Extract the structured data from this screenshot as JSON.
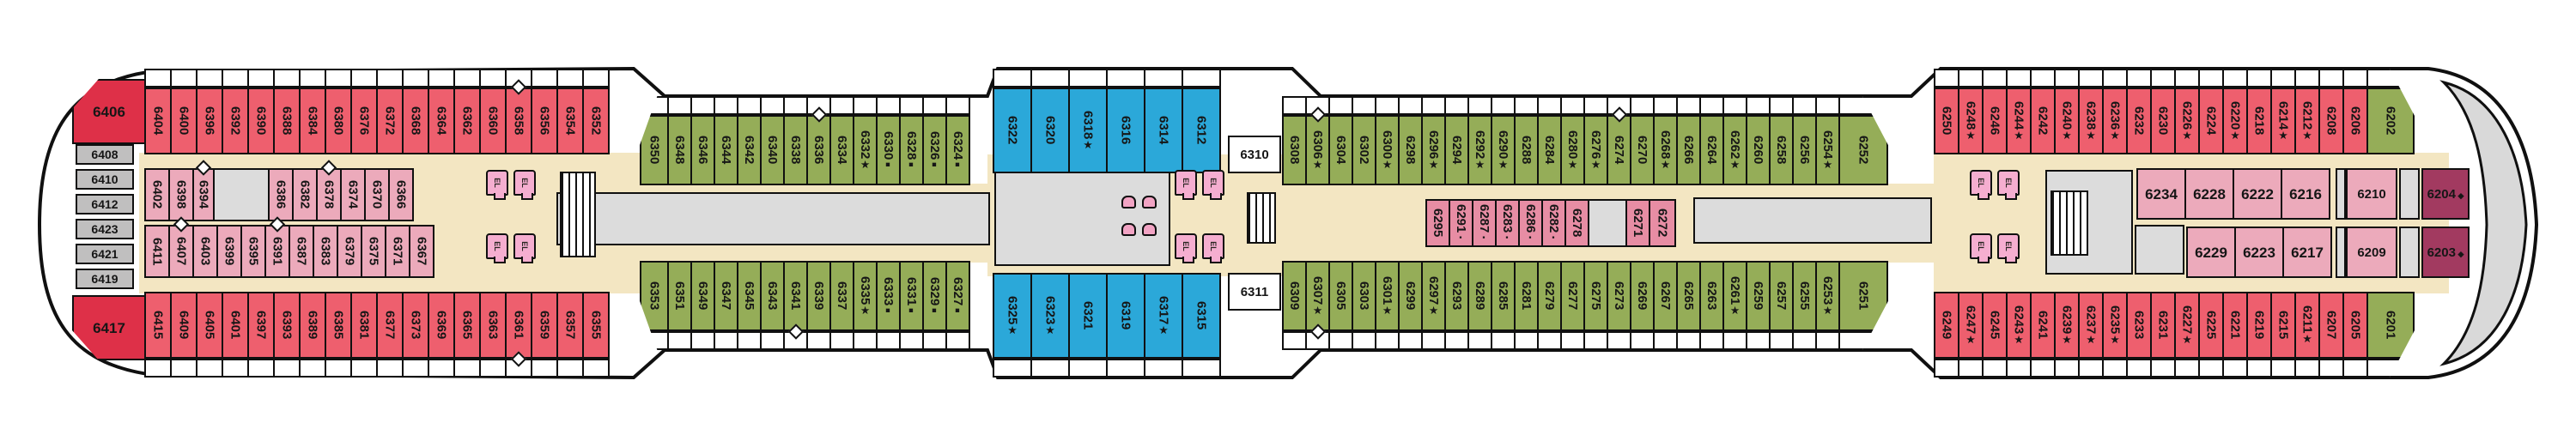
{
  "deck_plan": {
    "ship_section": "deck-6-stateroom-plan",
    "elevator_label": "EL",
    "colors": {
      "outer_red": "#ee5f6e",
      "corner_dark_red": "#de3048",
      "inner_pink": "#ecaabb",
      "island_pink": "#e78da4",
      "balcony_green": "#95ad58",
      "midship_blue": "#2ba8d9",
      "gray_cabin": "#c0bfbf",
      "maroon_cabin": "#a23a60",
      "corridor_cream": "#f3e6c2",
      "public_gray": "#dcdcdc",
      "elevator_pink": "#f5aed0"
    },
    "stern_stack": [
      "6408",
      "6410",
      "6412",
      "6423",
      "6421",
      "6419"
    ],
    "corner_cabins": [
      {
        "id": "aft_corner_top",
        "n": "6406"
      },
      {
        "id": "aft_corner_bottom",
        "n": "6417"
      }
    ],
    "standalone_cabins": [
      {
        "id": "mid_top",
        "n": "6310",
        "c": "white"
      },
      {
        "id": "mid_bottom",
        "n": "6311",
        "c": "white"
      },
      {
        "id": "fwd_210",
        "n": "6210",
        "c": "pink"
      },
      {
        "id": "fwd_209",
        "n": "6209",
        "c": "pink"
      },
      {
        "id": "fwd_204",
        "n": "6204",
        "c": "maroon",
        "m": "bdia"
      },
      {
        "id": "fwd_203",
        "n": "6203",
        "c": "maroon",
        "m": "bdia"
      }
    ],
    "rows": {
      "aft_top": [
        {
          "n": "6404"
        },
        {
          "n": "6400"
        },
        {
          "n": "6396"
        },
        {
          "n": "6392"
        },
        {
          "n": "6390"
        },
        {
          "n": "6388"
        },
        {
          "n": "6384"
        },
        {
          "n": "6380"
        },
        {
          "n": "6376"
        },
        {
          "n": "6372"
        },
        {
          "n": "6368"
        },
        {
          "n": "6364"
        },
        {
          "n": "6362"
        },
        {
          "n": "6360"
        },
        {
          "n": "6358",
          "d": 1
        },
        {
          "n": "6356"
        },
        {
          "n": "6354"
        },
        {
          "n": "6352"
        }
      ],
      "aft_bottom": [
        {
          "n": "6415"
        },
        {
          "n": "6409"
        },
        {
          "n": "6405"
        },
        {
          "n": "6401"
        },
        {
          "n": "6397"
        },
        {
          "n": "6393"
        },
        {
          "n": "6389"
        },
        {
          "n": "6385"
        },
        {
          "n": "6381"
        },
        {
          "n": "6377"
        },
        {
          "n": "6373"
        },
        {
          "n": "6369"
        },
        {
          "n": "6365"
        },
        {
          "n": "6363"
        },
        {
          "n": "6361",
          "d": 1
        },
        {
          "n": "6359"
        },
        {
          "n": "6357"
        },
        {
          "n": "6355"
        }
      ],
      "aft_inner_top": [
        {
          "n": "6402"
        },
        {
          "n": "6398"
        },
        {
          "n": "6394",
          "d": 1,
          "w": 26
        },
        {
          "t": "gap",
          "w": 66
        },
        {
          "n": "6386"
        },
        {
          "n": "6382"
        },
        {
          "n": "6378",
          "d": 1
        },
        {
          "n": "6374"
        },
        {
          "n": "6370"
        },
        {
          "n": "6366"
        }
      ],
      "aft_inner_bottom": [
        {
          "n": "6411"
        },
        {
          "n": "6407",
          "d": 1
        },
        {
          "n": "6403"
        },
        {
          "n": "6399"
        },
        {
          "n": "6395"
        },
        {
          "n": "6391",
          "d": 1
        },
        {
          "n": "6387"
        },
        {
          "n": "6383"
        },
        {
          "n": "6379"
        },
        {
          "n": "6375"
        },
        {
          "n": "6371"
        },
        {
          "n": "6367"
        }
      ],
      "narrow1_top": [
        {
          "n": "6350",
          "w": 34,
          "cut": "tl"
        },
        {
          "n": "6348"
        },
        {
          "n": "6346"
        },
        {
          "n": "6344"
        },
        {
          "n": "6342"
        },
        {
          "n": "6340"
        },
        {
          "n": "6338"
        },
        {
          "n": "6336",
          "d": 1
        },
        {
          "n": "6334"
        },
        {
          "n": "6332",
          "m": "star"
        },
        {
          "n": "6330",
          "m": "sq"
        },
        {
          "n": "6328",
          "m": "sq"
        },
        {
          "n": "6326",
          "m": "sq"
        },
        {
          "n": "6324",
          "m": "sq"
        }
      ],
      "narrow1_bottom": [
        {
          "n": "6353",
          "w": 34,
          "cut": "bl"
        },
        {
          "n": "6351"
        },
        {
          "n": "6349"
        },
        {
          "n": "6347"
        },
        {
          "n": "6345"
        },
        {
          "n": "6343"
        },
        {
          "n": "6341",
          "d": 1
        },
        {
          "n": "6339"
        },
        {
          "n": "6337"
        },
        {
          "n": "6335",
          "m": "star"
        },
        {
          "n": "6333",
          "m": "sq"
        },
        {
          "n": "6331",
          "m": "sq"
        },
        {
          "n": "6329",
          "m": "sq"
        },
        {
          "n": "6327",
          "m": "sq"
        }
      ],
      "blue_top": [
        {
          "n": "6322"
        },
        {
          "n": "6320"
        },
        {
          "n": "6318",
          "m": "star"
        },
        {
          "n": "6316"
        },
        {
          "n": "6314"
        },
        {
          "n": "6312"
        }
      ],
      "blue_bottom": [
        {
          "n": "6325",
          "m": "star"
        },
        {
          "n": "6323",
          "m": "star"
        },
        {
          "n": "6321"
        },
        {
          "n": "6319"
        },
        {
          "n": "6317",
          "m": "star"
        },
        {
          "n": "6315"
        }
      ],
      "narrow2_top": [
        {
          "n": "6308"
        },
        {
          "n": "6306",
          "m": "star",
          "d": 1
        },
        {
          "n": "6304"
        },
        {
          "n": "6302"
        },
        {
          "n": "6300",
          "m": "star"
        },
        {
          "n": "6298"
        },
        {
          "n": "6296",
          "m": "star"
        },
        {
          "n": "6294"
        },
        {
          "n": "6292",
          "m": "star"
        },
        {
          "n": "6290",
          "m": "star"
        },
        {
          "n": "6288"
        },
        {
          "n": "6284"
        },
        {
          "n": "6280",
          "m": "star"
        },
        {
          "n": "6276",
          "m": "star"
        },
        {
          "n": "6274",
          "d": 1
        },
        {
          "n": "6270"
        },
        {
          "n": "6268",
          "m": "star"
        },
        {
          "n": "6266"
        },
        {
          "n": "6264"
        },
        {
          "n": "6262",
          "m": "star"
        },
        {
          "n": "6260"
        },
        {
          "n": "6258"
        },
        {
          "n": "6256"
        },
        {
          "n": "6254",
          "m": "star"
        },
        {
          "n": "6252",
          "w": 58,
          "cut": "tr"
        }
      ],
      "narrow2_bottom": [
        {
          "n": "6309"
        },
        {
          "n": "6307",
          "m": "star",
          "d": 1
        },
        {
          "n": "6305"
        },
        {
          "n": "6303"
        },
        {
          "n": "6301",
          "m": "star"
        },
        {
          "n": "6299"
        },
        {
          "n": "6297",
          "m": "star"
        },
        {
          "n": "6293"
        },
        {
          "n": "6289"
        },
        {
          "n": "6285"
        },
        {
          "n": "6281"
        },
        {
          "n": "6279"
        },
        {
          "n": "6277"
        },
        {
          "n": "6275"
        },
        {
          "n": "6273"
        },
        {
          "n": "6269"
        },
        {
          "n": "6267"
        },
        {
          "n": "6265"
        },
        {
          "n": "6263"
        },
        {
          "n": "6261",
          "m": "star"
        },
        {
          "n": "6259"
        },
        {
          "n": "6257"
        },
        {
          "n": "6255"
        },
        {
          "n": "6253",
          "m": "star"
        },
        {
          "n": "6251",
          "w": 58,
          "cut": "br"
        }
      ],
      "island": [
        {
          "n": "6295"
        },
        {
          "n": "6291",
          "m": "dots"
        },
        {
          "n": "6287",
          "m": "dots"
        },
        {
          "n": "6283",
          "m": "dots"
        },
        {
          "n": "6286",
          "m": "dots"
        },
        {
          "n": "6282",
          "m": "dots"
        },
        {
          "n": "6278"
        },
        {
          "t": "gap",
          "w": 46
        },
        {
          "n": "6271"
        },
        {
          "n": "6272",
          "w": 32
        }
      ],
      "fwd_top": [
        {
          "n": "6250"
        },
        {
          "n": "6248",
          "m": "star"
        },
        {
          "n": "6246"
        },
        {
          "n": "6244",
          "m": "star"
        },
        {
          "n": "6242"
        },
        {
          "n": "6240",
          "m": "star"
        },
        {
          "n": "6238",
          "m": "star"
        },
        {
          "n": "6236",
          "m": "star"
        },
        {
          "n": "6232"
        },
        {
          "n": "6230"
        },
        {
          "n": "6226",
          "m": "star"
        },
        {
          "n": "6224"
        },
        {
          "n": "6220",
          "m": "star"
        },
        {
          "n": "6218"
        },
        {
          "n": "6214",
          "m": "star"
        },
        {
          "n": "6212",
          "m": "star"
        },
        {
          "n": "6208"
        },
        {
          "n": "6206"
        },
        {
          "n": "6202",
          "c": "green",
          "w": 56,
          "cut": "tr"
        }
      ],
      "fwd_bottom": [
        {
          "n": "6249"
        },
        {
          "n": "6247",
          "m": "star"
        },
        {
          "n": "6245"
        },
        {
          "n": "6243",
          "m": "star"
        },
        {
          "n": "6241"
        },
        {
          "n": "6239",
          "m": "star"
        },
        {
          "n": "6237",
          "m": "star"
        },
        {
          "n": "6235",
          "m": "star"
        },
        {
          "n": "6233"
        },
        {
          "n": "6231"
        },
        {
          "n": "6227",
          "m": "star"
        },
        {
          "n": "6225"
        },
        {
          "n": "6221"
        },
        {
          "n": "6219"
        },
        {
          "n": "6215"
        },
        {
          "n": "6211",
          "m": "star"
        },
        {
          "n": "6207"
        },
        {
          "n": "6205"
        },
        {
          "n": "6201",
          "c": "green",
          "w": 56,
          "cut": "br"
        }
      ],
      "fwd_inner_top": [
        {
          "n": "6234"
        },
        {
          "n": "6228"
        },
        {
          "n": "6222"
        },
        {
          "n": "6216"
        }
      ],
      "fwd_inner_bottom": [
        {
          "n": "6229"
        },
        {
          "n": "6223"
        },
        {
          "n": "6217"
        }
      ]
    }
  }
}
